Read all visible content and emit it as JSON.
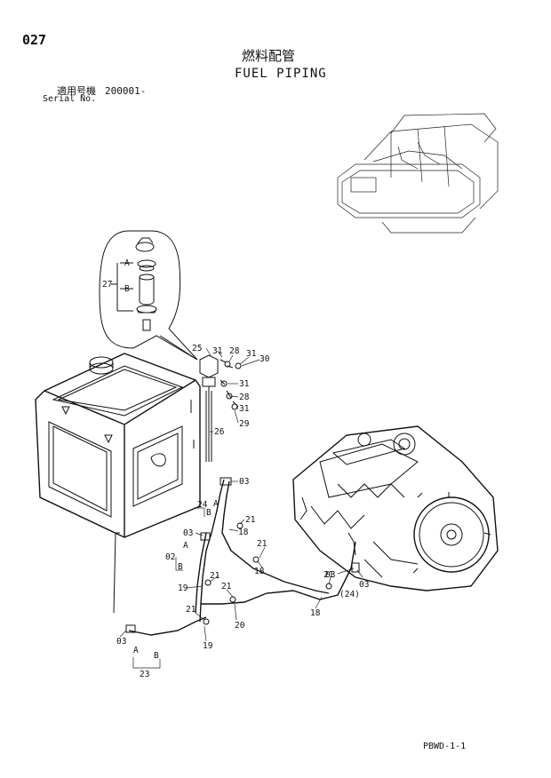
{
  "header": {
    "page_number": "027",
    "title_jp": "燃料配管",
    "title_en": "FUEL PIPING",
    "serial_label_jp": "適用号機",
    "serial_value": "200001-",
    "serial_label_en": "Serial No."
  },
  "callouts": {
    "c25": "25",
    "c31a": "31",
    "c28a": "28",
    "c31b": "31",
    "c30": "30",
    "c31c": "31",
    "c28b": "28",
    "c31d": "31",
    "c29": "29",
    "c26": "26",
    "c27": "27",
    "cA1": "A",
    "cB1": "B",
    "c03a": "03",
    "c24": "24",
    "cA2": "A",
    "cB2": "B",
    "c21a": "21",
    "c18a": "18",
    "c03b": "03",
    "c02": "02",
    "cA3": "A",
    "cB3": "B",
    "c21b": "21",
    "c18b": "18",
    "c19a": "19",
    "c21c": "21",
    "c21d": "21",
    "c20": "20",
    "c21e": "21",
    "c03c": "03",
    "c19b": "19",
    "cA4": "A",
    "cB4": "B",
    "c23": "23",
    "c03d": "03",
    "c21f": "21",
    "c24p": "(24)",
    "c03e": "03",
    "c18c": "18"
  },
  "footer": {
    "code": "PBWD-1-1"
  }
}
